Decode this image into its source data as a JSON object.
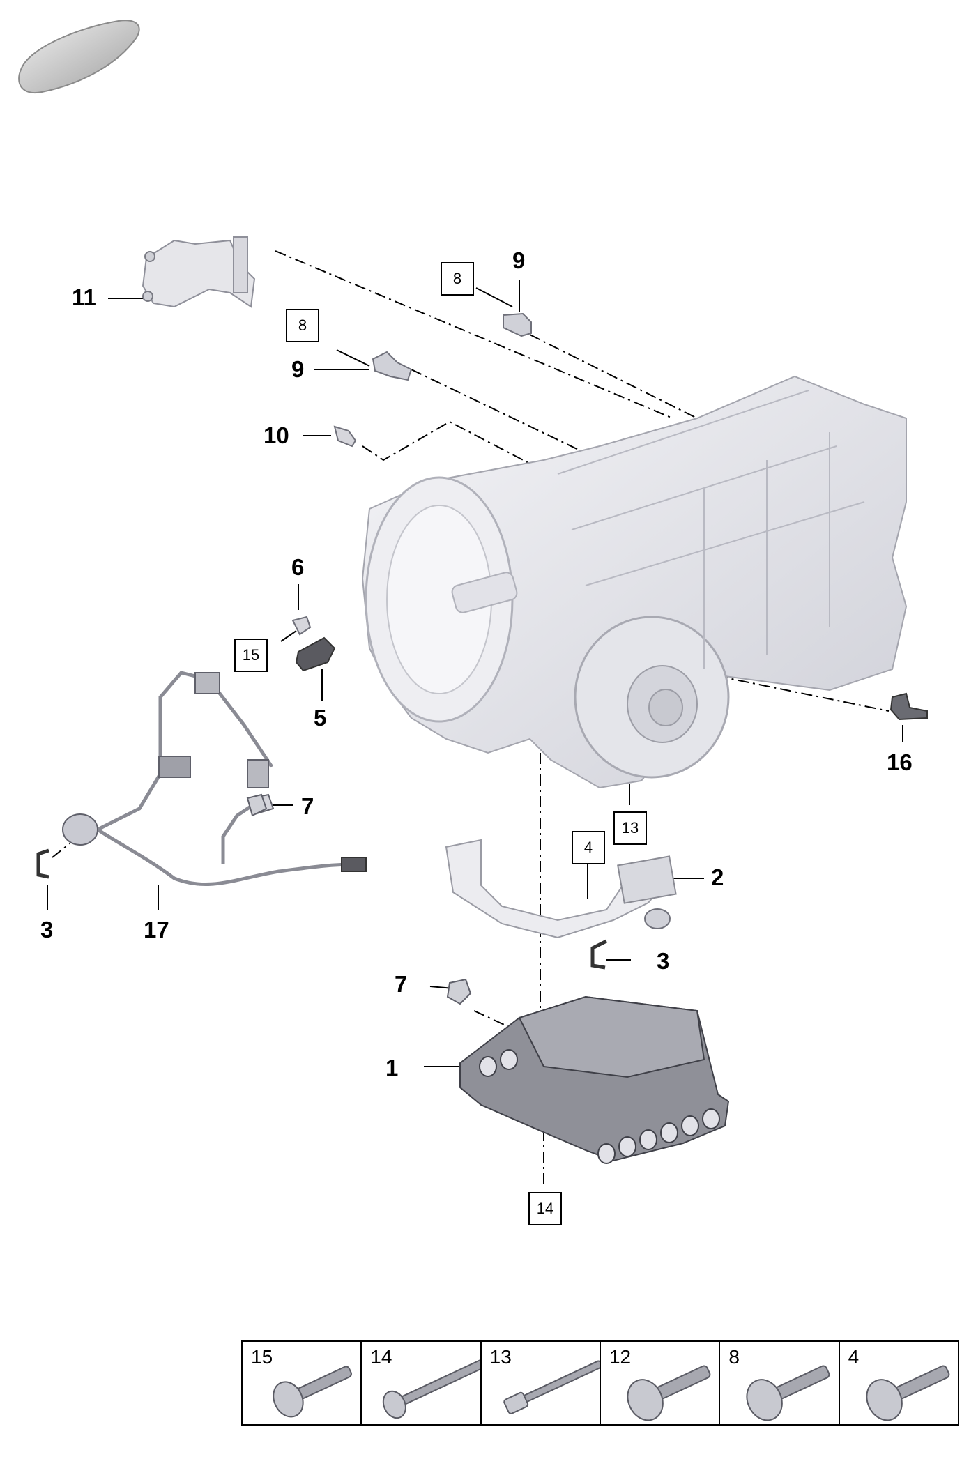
{
  "callouts": {
    "c1": "1",
    "c2": "2",
    "c3a": "3",
    "c3b": "3",
    "c5": "5",
    "c6": "6",
    "c7a": "7",
    "c7b": "7",
    "c9a": "9",
    "c9b": "9",
    "c10": "10",
    "c11": "11",
    "c16": "16",
    "c17": "17"
  },
  "box_refs": {
    "b8a": "8",
    "b8b": "8",
    "b15": "15",
    "b13": "13",
    "b4": "4",
    "b14": "14"
  },
  "bolt_legend": [
    {
      "num": "15",
      "icon": "flange-bolt-short-icon"
    },
    {
      "num": "14",
      "icon": "long-bolt-icon"
    },
    {
      "num": "13",
      "icon": "stud-bolt-icon"
    },
    {
      "num": "12",
      "icon": "flange-bolt-icon"
    },
    {
      "num": "8",
      "icon": "flange-bolt-icon"
    },
    {
      "num": "4",
      "icon": "flange-bolt-icon"
    }
  ],
  "colors": {
    "line": "#000000",
    "part_fill": "#e6e6ea",
    "part_stroke": "#9a9aa4",
    "dark_part": "#5a5a60"
  }
}
